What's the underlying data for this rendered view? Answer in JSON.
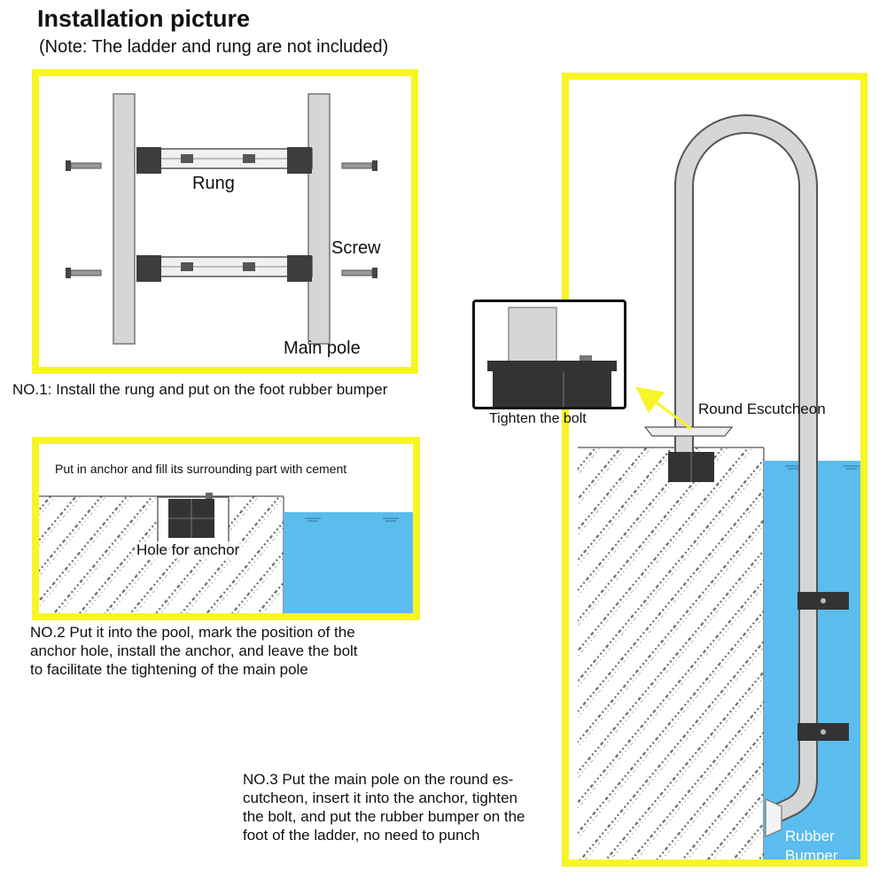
{
  "header": {
    "title": "Installation picture",
    "note": "(Note: The ladder and rung are not included)"
  },
  "panel1": {
    "rung_label": "Rung",
    "screw_label": "Screw",
    "main_pole_label": "Main pole"
  },
  "step1": {
    "text": "NO.1: Install the rung and put on the foot rubber bumper"
  },
  "panel2": {
    "instruction": "Put in anchor and fill its surrounding part with cement",
    "hole_label": "Hole for anchor"
  },
  "step2": {
    "lines": [
      "NO.2 Put it into the pool, mark the position of the",
      "anchor hole, install the anchor, and leave the bolt",
      "to facilitate the tightening of the main pole"
    ]
  },
  "panel3": {
    "tighten_label": "Tighten the bolt",
    "escutcheon_label": "Round Escutcheon",
    "bumper_line1": "Rubber",
    "bumper_line2": "Bumper"
  },
  "step3": {
    "lines": [
      "NO.3 Put the main pole on the round es-",
      "cutcheon, insert it into the anchor, tighten",
      "the bolt, and put the rubber bumper on the",
      "foot of the ladder, no need to punch"
    ]
  },
  "colors": {
    "frame": "#f7f526",
    "water": "#5bbcee",
    "pole": "#d4d4d4",
    "dark_part": "#333333"
  }
}
